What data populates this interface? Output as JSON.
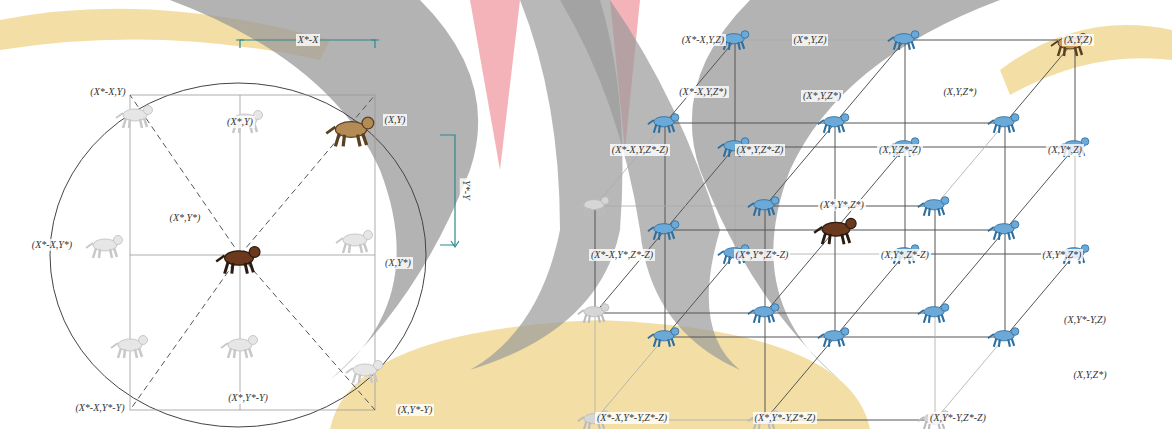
{
  "diagram": {
    "labels": [
      "X*-X",
      "(X*-X,Y)",
      "(X*,Y)",
      "(X,Y)",
      "Y*-Y",
      "(X*,Y*)",
      "(X*-X,Y*)",
      "(X,Y*)",
      "(X*-X,Y*-Y)",
      "(X*,Y*-Y)",
      "(X,Y*-Y)",
      "(X*-X,Y,Z)",
      "(X*,Y,Z)",
      "(X,Y,Z)",
      "(X*-X,Y,Z*)",
      "(X*,Y,Z*)",
      "(X,Y,Z*)",
      "(X*-X,Y,Z*-Z)",
      "(X*,Y,Z*-Z)",
      "(X,Y,Z*-Z)",
      "(X,Y*,Z)",
      "(X*,Y*,Z*)",
      "(X*-X,Y*,Z*-Z)",
      "(X*,Y*,Z*-Z)",
      "(X,Y*,Z*-Z)",
      "(X,Y*,Z*)",
      "(X,Y*-Y,Z)",
      "(X,Y,Z*)",
      "(X*-X,Y*-Y,Z*-Z)",
      "(X*,Y*-Y,Z*-Z)",
      "(X,Y*-Y,Z*-Z)"
    ]
  }
}
